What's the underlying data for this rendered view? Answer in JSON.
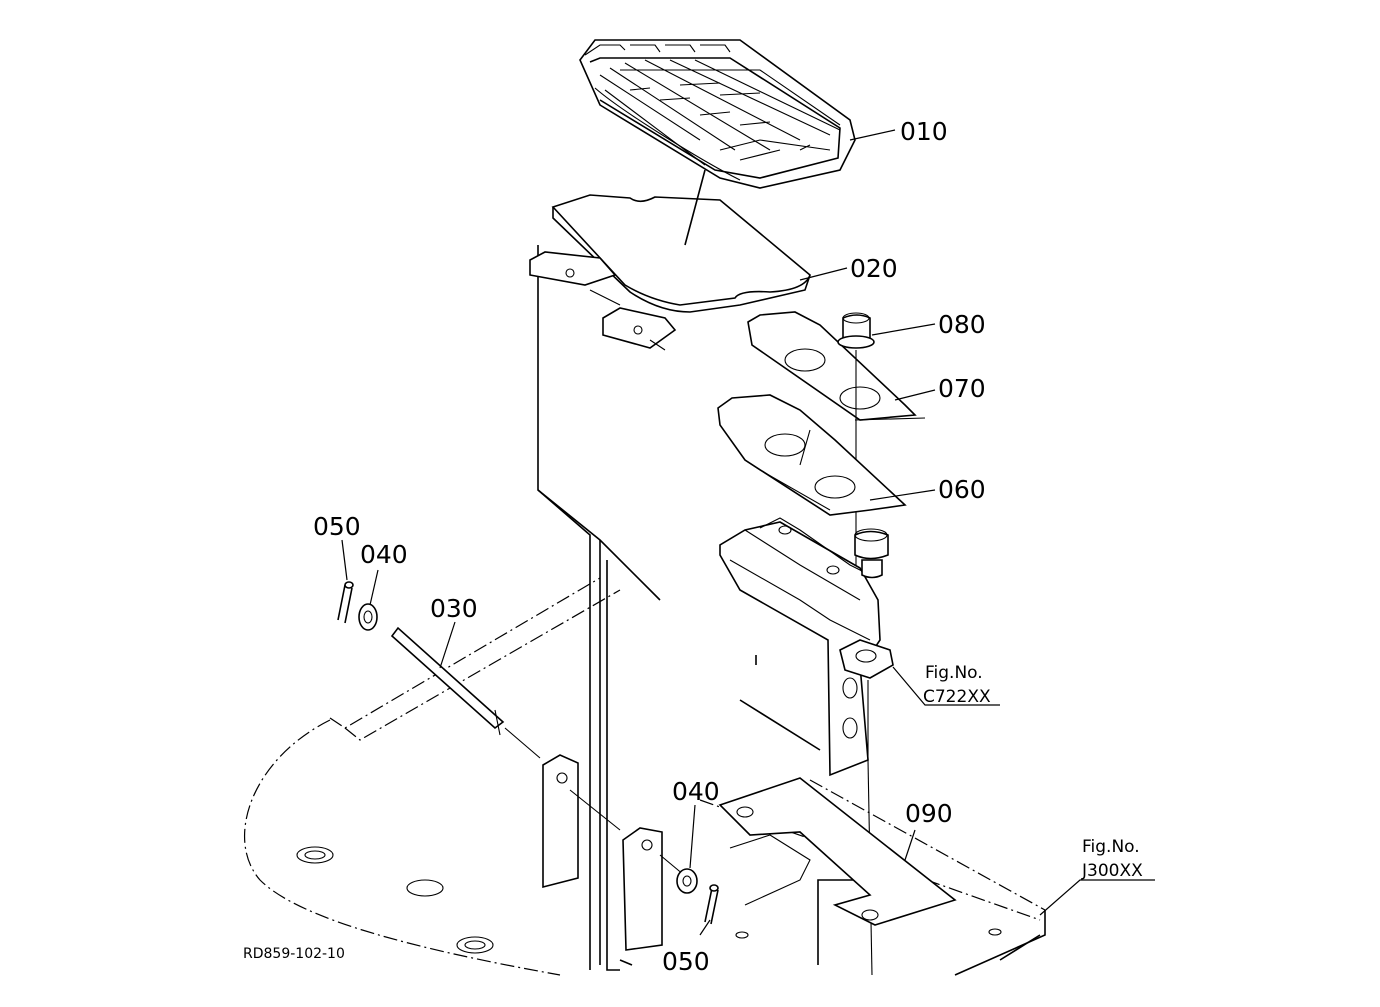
{
  "drawing_code": "RD859-102-10",
  "callouts": {
    "p010": "010",
    "p020": "020",
    "p030": "030",
    "p040a": "040",
    "p040b": "040",
    "p050a": "050",
    "p050b": "050",
    "p060": "060",
    "p070": "070",
    "p080": "080",
    "p090": "090"
  },
  "figure_refs": {
    "ref1": {
      "label": "Fig.No.",
      "code": "C722XX"
    },
    "ref2": {
      "label": "Fig.No.",
      "code": "J300XX"
    }
  }
}
